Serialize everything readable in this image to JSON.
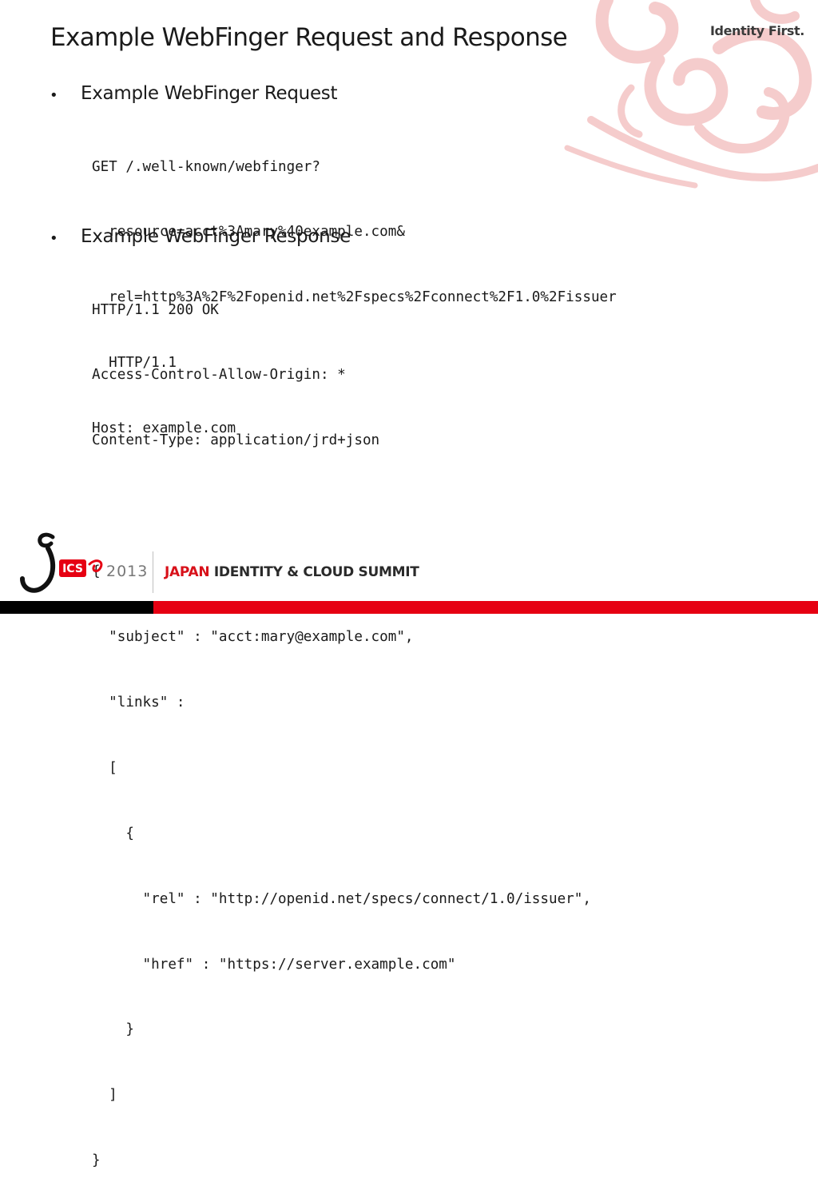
{
  "slide": {
    "title": "Example WebFinger Request and Response",
    "tagline": "Identity First.",
    "bullets": [
      {
        "label": "Example WebFinger Request",
        "code": [
          "GET /.well-known/webfinger?",
          "  resource=acct%3Amary%40example.com&",
          "  rel=http%3A%2F%2Fopenid.net%2Fspecs%2Fconnect%2F1.0%2Fissuer",
          "  HTTP/1.1",
          "Host: example.com"
        ]
      },
      {
        "label": "Example WebFinger Response",
        "code": [
          "HTTP/1.1 200 OK",
          "Access-Control-Allow-Origin: *",
          "Content-Type: application/jrd+json",
          "",
          "{",
          "  \"subject\" : \"acct:mary@example.com\",",
          "  \"links\" :",
          "  [",
          "    {",
          "      \"rel\" : \"http://openid.net/specs/connect/1.0/issuer\",",
          "      \"href\" : \"https://server.example.com\"",
          "    }",
          "  ]",
          "}"
        ]
      }
    ]
  },
  "footer": {
    "logo_mark": "ICS",
    "year": "2013",
    "event_prefix": "JAPAN",
    "event_name": "IDENTITY & CLOUD SUMMIT"
  },
  "colors": {
    "accent_red": "#e60012",
    "decoration_pink": "#f6c9c9"
  }
}
